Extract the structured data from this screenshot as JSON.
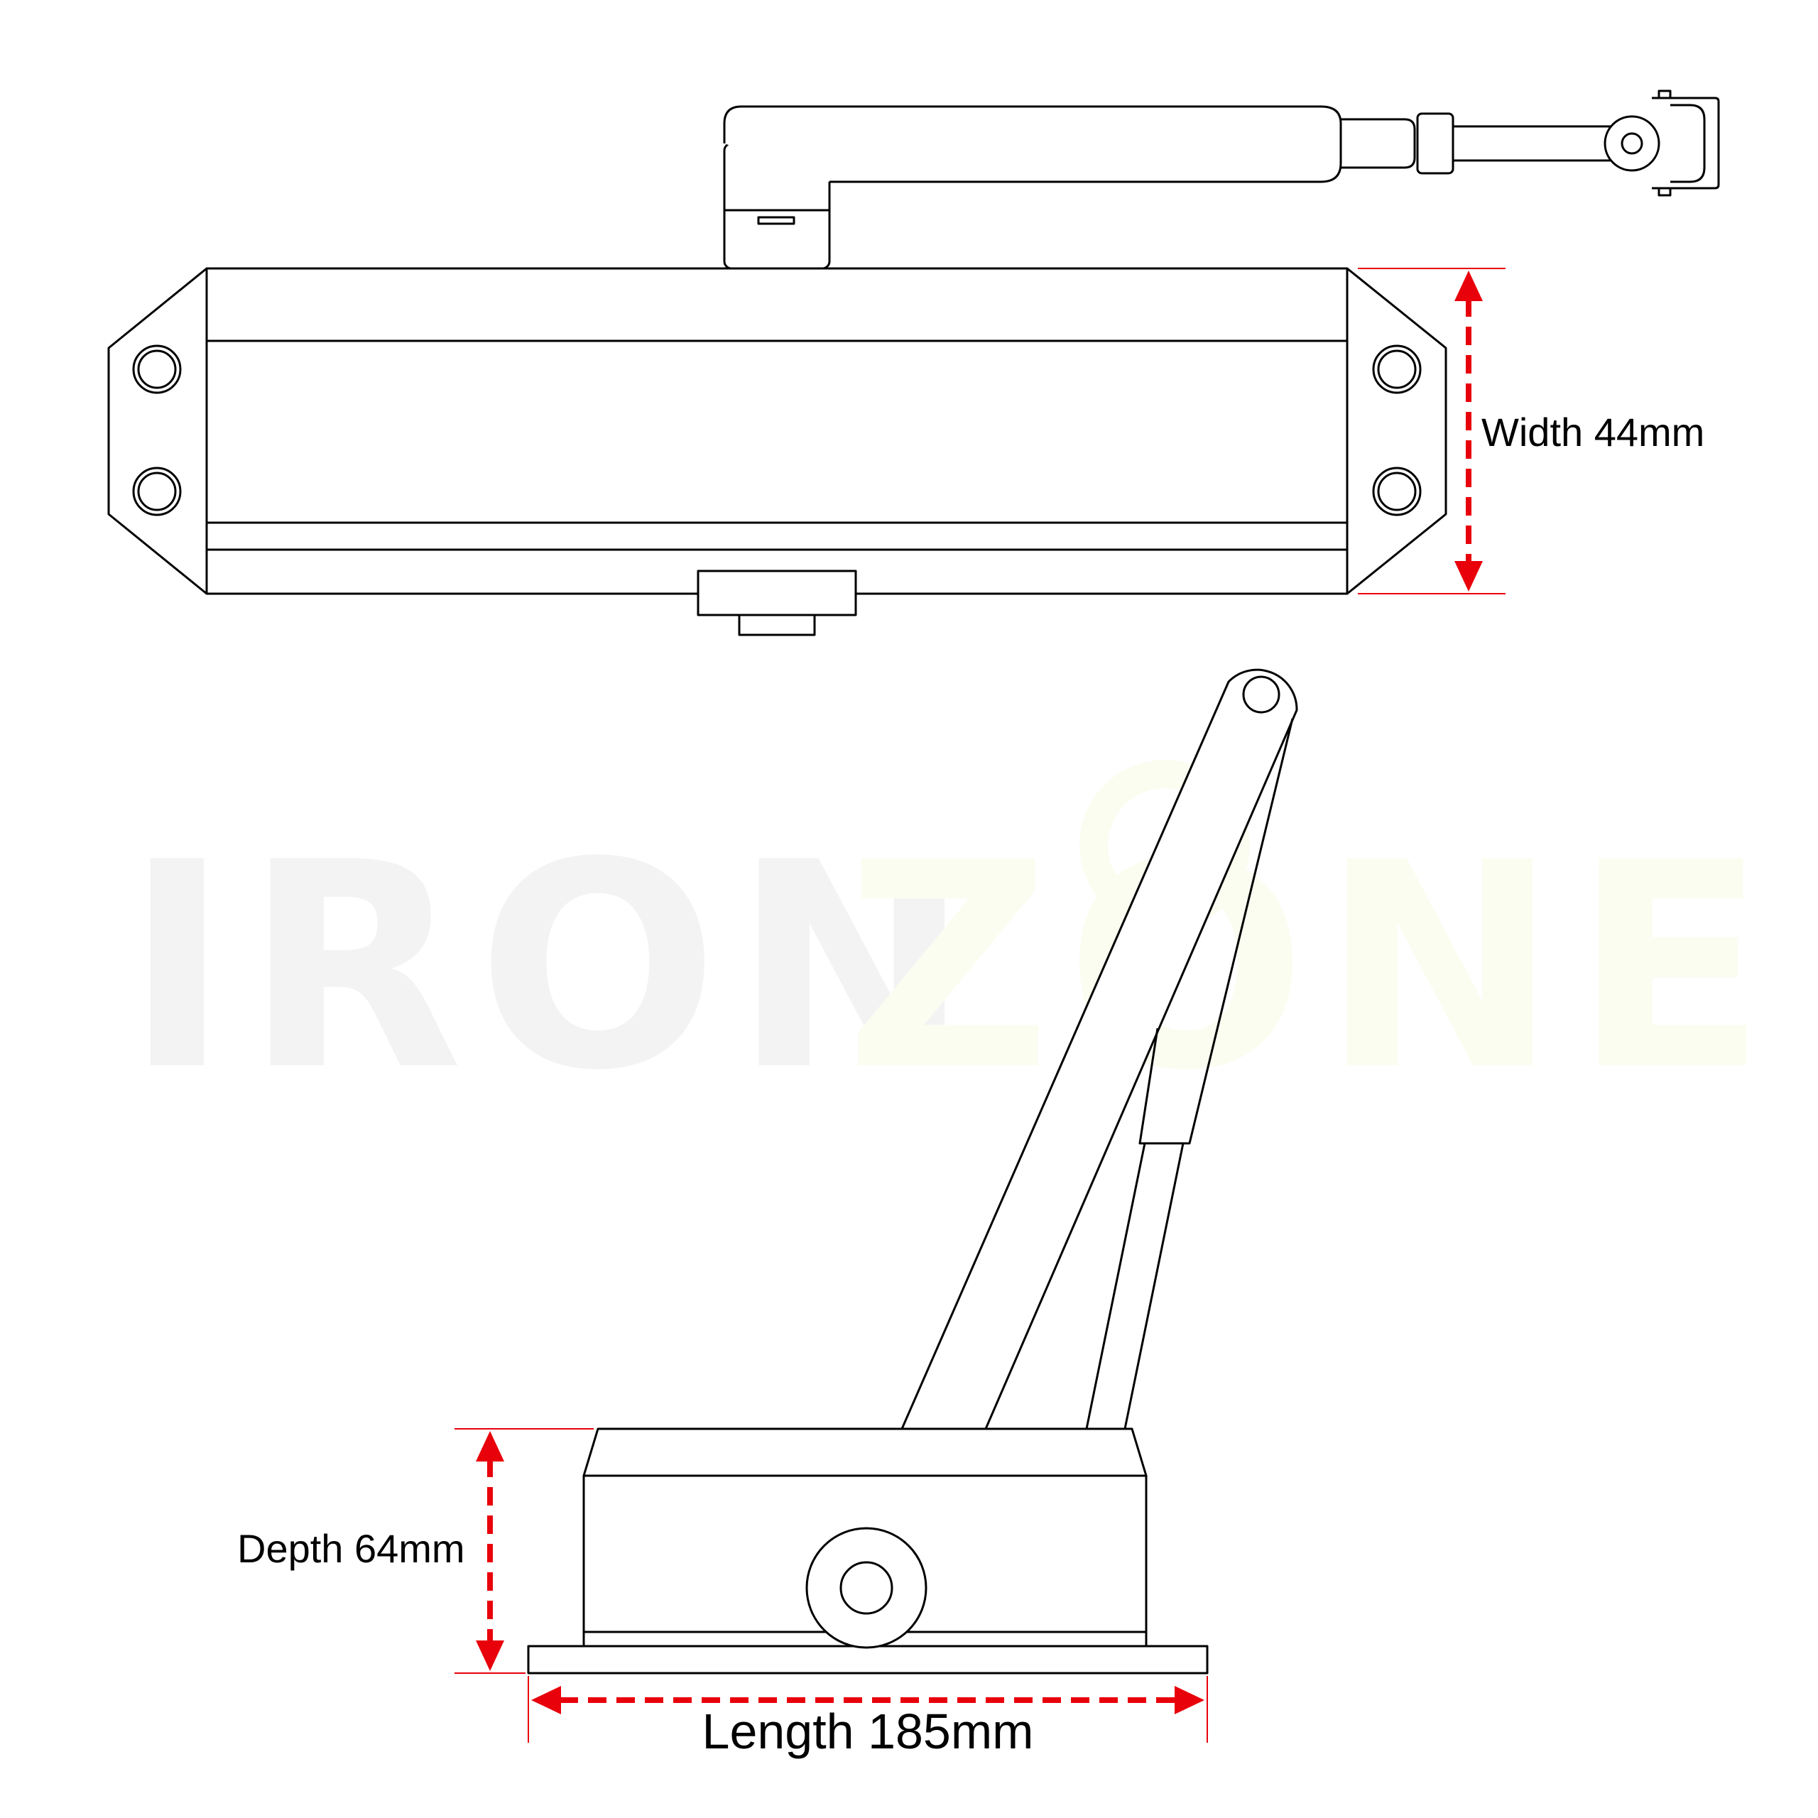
{
  "watermark": {
    "part1": "IRON",
    "part2": "ZONE",
    "color1": "#f3f3f3",
    "color2": "#fbfdf1"
  },
  "dimensions": {
    "width_label": "Width 44mm",
    "depth_label": "Depth 64mm",
    "length_label": "Length 185mm"
  },
  "colors": {
    "line": "#000000",
    "dimension": "#e8000b",
    "background": "#ffffff"
  }
}
